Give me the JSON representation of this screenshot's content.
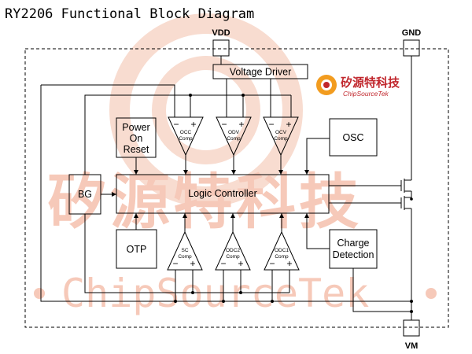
{
  "title": "RY2206 Functional Block Diagram",
  "pins": {
    "vdd": "VDD",
    "gnd": "GND",
    "vm": "VM"
  },
  "blocks": {
    "voltage_driver": "Voltage Driver",
    "power_on_reset": [
      "Power",
      "On",
      "Reset"
    ],
    "osc": "OSC",
    "bg": "BG",
    "logic_controller": "Logic Controller",
    "otp": "OTP",
    "charge_detection": [
      "Charge",
      "Detection"
    ]
  },
  "comparators_top": [
    {
      "name": "occ",
      "line1": "OCC",
      "line2": "Comp"
    },
    {
      "name": "odv",
      "line1": "ODV",
      "line2": "Comp"
    },
    {
      "name": "ocv",
      "line1": "OCV",
      "line2": "Comp"
    }
  ],
  "comparators_bottom": [
    {
      "name": "sc",
      "line1": "SC",
      "line2": "Comp"
    },
    {
      "name": "odc2",
      "line1": "ODC2",
      "line2": "Comp"
    },
    {
      "name": "odc1",
      "line1": "ODC1",
      "line2": "Comp"
    }
  ],
  "symbols": {
    "minus": "−",
    "plus": "+"
  },
  "watermark": {
    "cn": "矽源特科技",
    "latin": "ChipSourceTek"
  },
  "logo": {
    "cn": "矽源特科技",
    "en": "ChipSourceTek"
  },
  "colors": {
    "watermark": "#f6c9b9",
    "logo": "#c1272d"
  }
}
